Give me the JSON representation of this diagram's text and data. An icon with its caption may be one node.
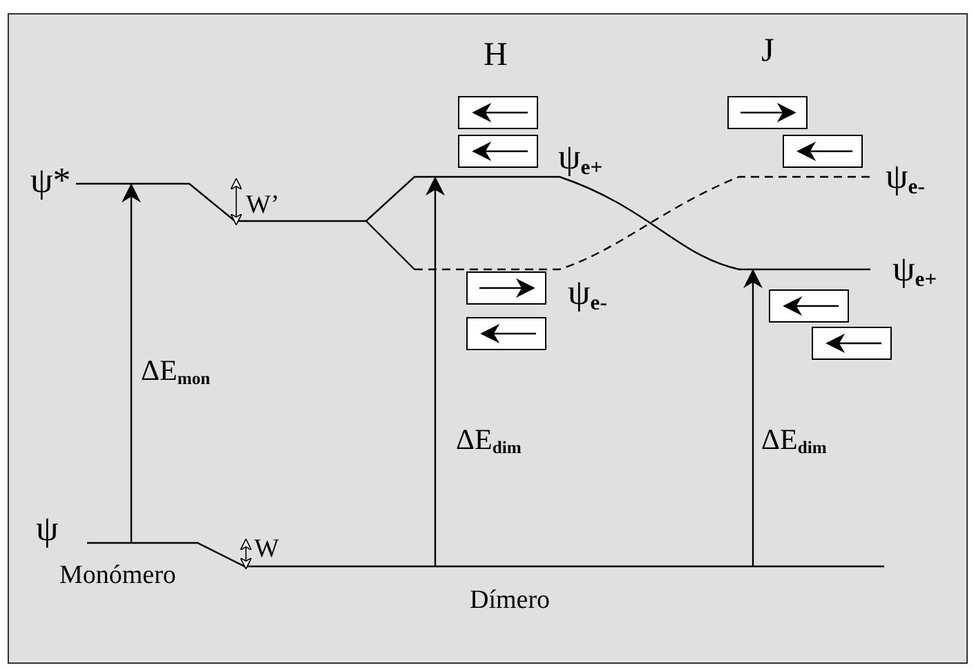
{
  "diagram": {
    "labels": [
      "H",
      "J",
      "ψ*",
      "W’",
      "ψ$_{e+}$",
      "ψ$_{e-}$",
      "ψ$_{e-}$",
      "ψ$_{e+}$",
      "ΔE$_{mon}$",
      "ΔE$_{dim}$",
      "ΔE$_{dim}$",
      "ψ",
      "W",
      "Monómero",
      "Dímero"
    ]
  }
}
